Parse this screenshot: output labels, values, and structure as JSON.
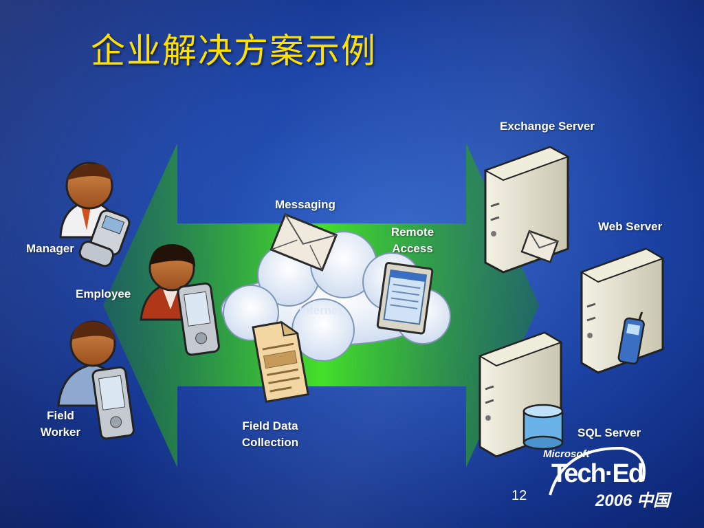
{
  "slide": {
    "title": "企业解决方案示例",
    "page_number": "12"
  },
  "labels": {
    "manager": "Manager",
    "employee": "Employee",
    "field_worker_line1": "Field",
    "field_worker_line2": "Worker",
    "messaging": "Messaging",
    "remote_access_line1": "Remote",
    "remote_access_line2": "Access",
    "internet": "Internet",
    "field_data_line1": "Field Data",
    "field_data_line2": "Collection",
    "exchange_server": "Exchange Server",
    "web_server": "Web Server",
    "sql_server": "SQL Server"
  },
  "logo": {
    "company": "Microsoft",
    "event": "Tech·Ed",
    "year": "2006 中国"
  },
  "colors": {
    "title": "#ffe000",
    "arrow": "#3fcf2a",
    "background": "#1c44a6"
  }
}
